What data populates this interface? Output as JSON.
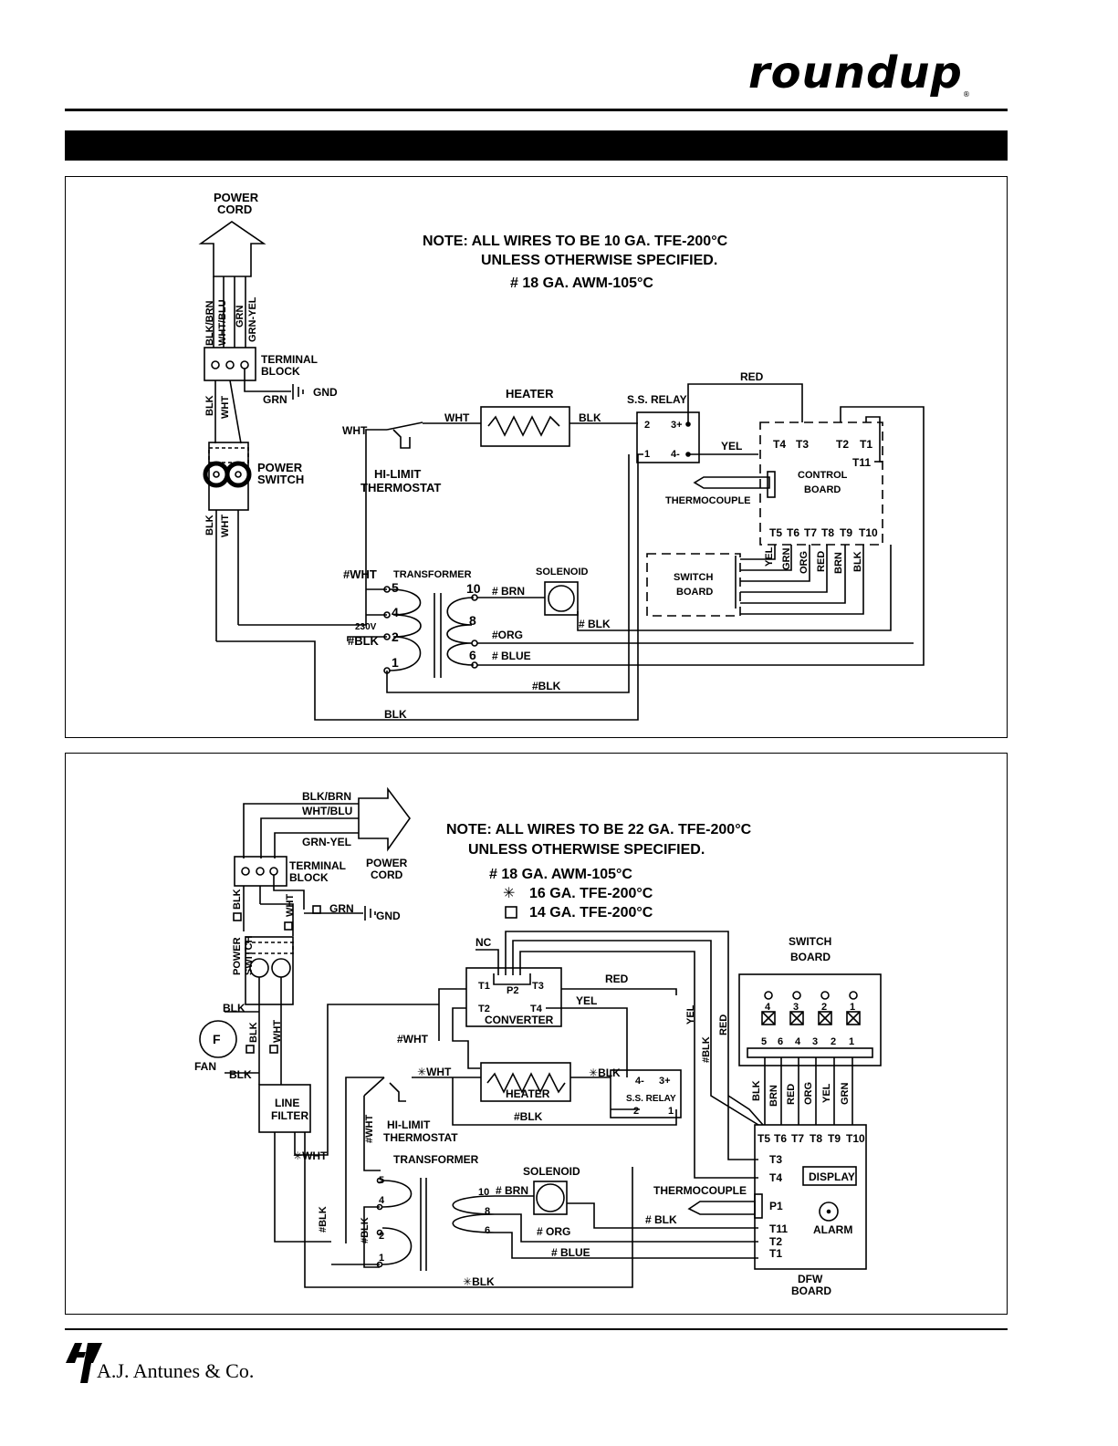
{
  "header": {
    "logo_text": "roundup"
  },
  "diagram1": {
    "note": [
      "NOTE: ALL WIRES TO BE 10 GA. TFE-200°C",
      "UNLESS OTHERWISE SPECIFIED.",
      "# 18 GA. AWM-105°C"
    ],
    "power_cord": [
      "POWER",
      "CORD"
    ],
    "cord_wires": [
      "BLK/BRN",
      "WHT/BLU",
      "GRN",
      "GRN-YEL"
    ],
    "terminal_block": [
      "TERMINAL",
      "BLOCK"
    ],
    "grn": "GRN",
    "gnd": "GND",
    "blk": "BLK",
    "wht": "WHT",
    "power_switch": [
      "POWER",
      "SWITCH"
    ],
    "heater": "HEATER",
    "hi_limit": [
      "HI-LIMIT",
      "THERMOSTAT"
    ],
    "ss_relay": "S.S. RELAY",
    "relay_pins": [
      "2",
      "3+",
      "1",
      "4-"
    ],
    "red": "RED",
    "yel": "YEL",
    "terminals_top": [
      "T4",
      "T3",
      "T2",
      "T1"
    ],
    "t11": "T11",
    "control_board": [
      "CONTROL",
      "BOARD"
    ],
    "thermocouple": "THERMOCOUPLE",
    "terminals_bottom": [
      "T5",
      "T6",
      "T7",
      "T8",
      "T9",
      "T10"
    ],
    "switch_wires": [
      "YEL",
      "GRN",
      "ORG",
      "RED",
      "BRN",
      "BLK"
    ],
    "switch_board": [
      "SWITCH",
      "BOARD"
    ],
    "transformer": "TRANSFORMER",
    "tx_left": [
      "5",
      "4",
      "2",
      "1"
    ],
    "tx_right": [
      "10",
      "8",
      "6"
    ],
    "v230": "230V",
    "hwht": "#WHT",
    "hblk": "#BLK",
    "hbrn": "# BRN",
    "horg": "#ORG",
    "hblue": "# BLUE",
    "hblk2": "# BLK",
    "hblk3": "#BLK",
    "solenoid": "SOLENOID",
    "blk_bottom": "BLK"
  },
  "diagram2": {
    "note": [
      "NOTE: ALL WIRES TO BE 22 GA. TFE-200°C",
      "UNLESS OTHERWISE SPECIFIED.",
      "# 18 GA. AWM-105°C",
      "16 GA. TFE-200°C",
      "14 GA. TFE-200°C"
    ],
    "cord_wires": [
      "BLK/BRN",
      "WHT/BLU",
      "GRN-YEL"
    ],
    "terminal_block": [
      "TERMINAL",
      "BLOCK"
    ],
    "power_cord": [
      "POWER",
      "CORD"
    ],
    "grn": "GRN",
    "gnd": "GND",
    "blk": "BLK",
    "wht": "WHT",
    "power_switch": [
      "POWER",
      "SWITCH"
    ],
    "fan": "FAN",
    "fan_letter": "F",
    "line_filter": [
      "LINE",
      "FILTER"
    ],
    "star_wht": "WHT",
    "nc": "NC",
    "converter": "CONVERTER",
    "conv_pins": [
      "T1",
      "P2",
      "T3",
      "T2",
      "T4"
    ],
    "red": "RED",
    "yel": "YEL",
    "hwht": "#WHT",
    "swht": "WHT",
    "sblk": "BLK",
    "heater": "HEATER",
    "ss_relay": "S.S. RELAY",
    "relay_pins": [
      "4-",
      "3+",
      "2",
      "1"
    ],
    "hblk": "#BLK",
    "hi_limit": [
      "HI-LIMIT",
      "THERMOSTAT"
    ],
    "hwht_v": "#WHT",
    "transformer": "TRANSFORMER",
    "tx_left": [
      "5",
      "4",
      "2",
      "1"
    ],
    "tx_right": [
      "10",
      "8",
      "6"
    ],
    "hbrn": "# BRN",
    "horg": "# ORG",
    "hblue": "# BLUE",
    "hblk2": "# BLK",
    "hblk_v": "#BLK",
    "sblk_v": "#BLK",
    "sblk_bottom": "BLK",
    "solenoid": "SOLENOID",
    "thermocouple": "THERMOCOUPLE",
    "switch_board": [
      "SWITCH",
      "BOARD"
    ],
    "sw_top": [
      "4",
      "3",
      "2",
      "1"
    ],
    "sw_pins": [
      "5",
      "6",
      "4",
      "3",
      "2",
      "1"
    ],
    "yel_v": "YEL",
    "hblk_v2": "#BLK",
    "red_v": "RED",
    "sw_wires": [
      "BLK",
      "BRN",
      "RED",
      "ORG",
      "YEL",
      "GRN"
    ],
    "dfw_terms": [
      "T5",
      "T6",
      "T7",
      "T8",
      "T9",
      "T10"
    ],
    "dfw_left": [
      "T3",
      "T4",
      "P1",
      "T11",
      "T2",
      "T1"
    ],
    "display": "DISPLAY",
    "alarm": "ALARM",
    "dfw_board": [
      "DFW",
      "BOARD"
    ]
  },
  "footer": {
    "company": "A.J. Antunes & Co."
  }
}
